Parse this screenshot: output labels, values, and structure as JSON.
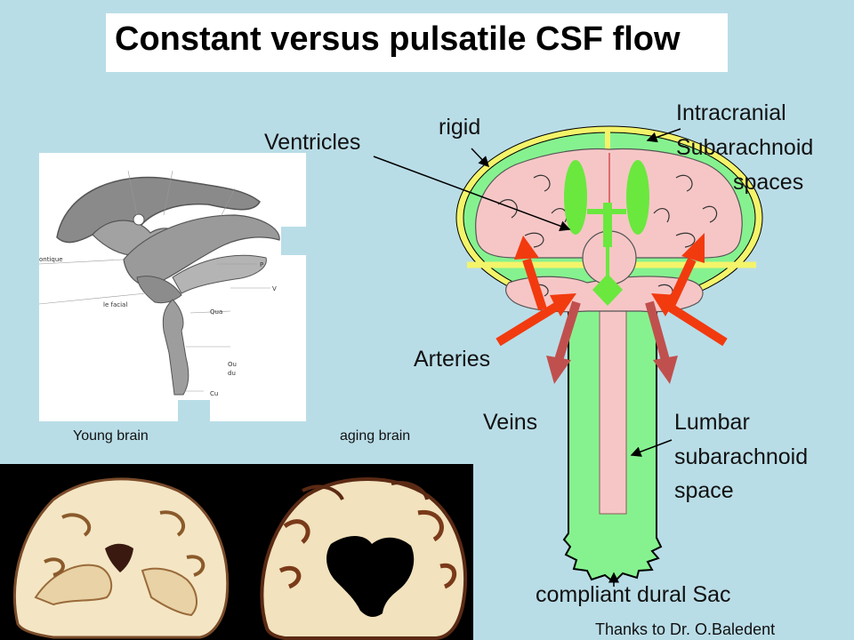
{
  "title": "Constant versus pulsatile CSF flow",
  "labels": {
    "rigid": "rigid",
    "ventricles": "Ventricles",
    "intracranial_line1": "Intracranial",
    "intracranial_line2": "Subarachnoid",
    "intracranial_line3": "spaces",
    "arteries": "Arteries",
    "veins": "Veins",
    "lumbar_line1": "Lumbar",
    "lumbar_line2": "subarachnoid",
    "lumbar_line3": "space",
    "dural_sac": "compliant dural Sac",
    "young_brain": "Young brain",
    "aging_brain": "aging brain",
    "credit": "Thanks to Dr. O.Baledent"
  },
  "sketch_labels": {
    "a": "ontique",
    "b": "le facial",
    "c": "Qua",
    "d": "Cu",
    "e": "Ou",
    "f": "du",
    "g": "P",
    "h": "V"
  },
  "colors": {
    "background": "#b9dde7",
    "csf_green": "#86f28f",
    "brain_pink": "#f6c6c6",
    "skull_yellow": "#f4f46a",
    "ventricle_green": "#6ae83e",
    "artery_red": "#f23a0f",
    "vein_red": "#c0504d"
  }
}
